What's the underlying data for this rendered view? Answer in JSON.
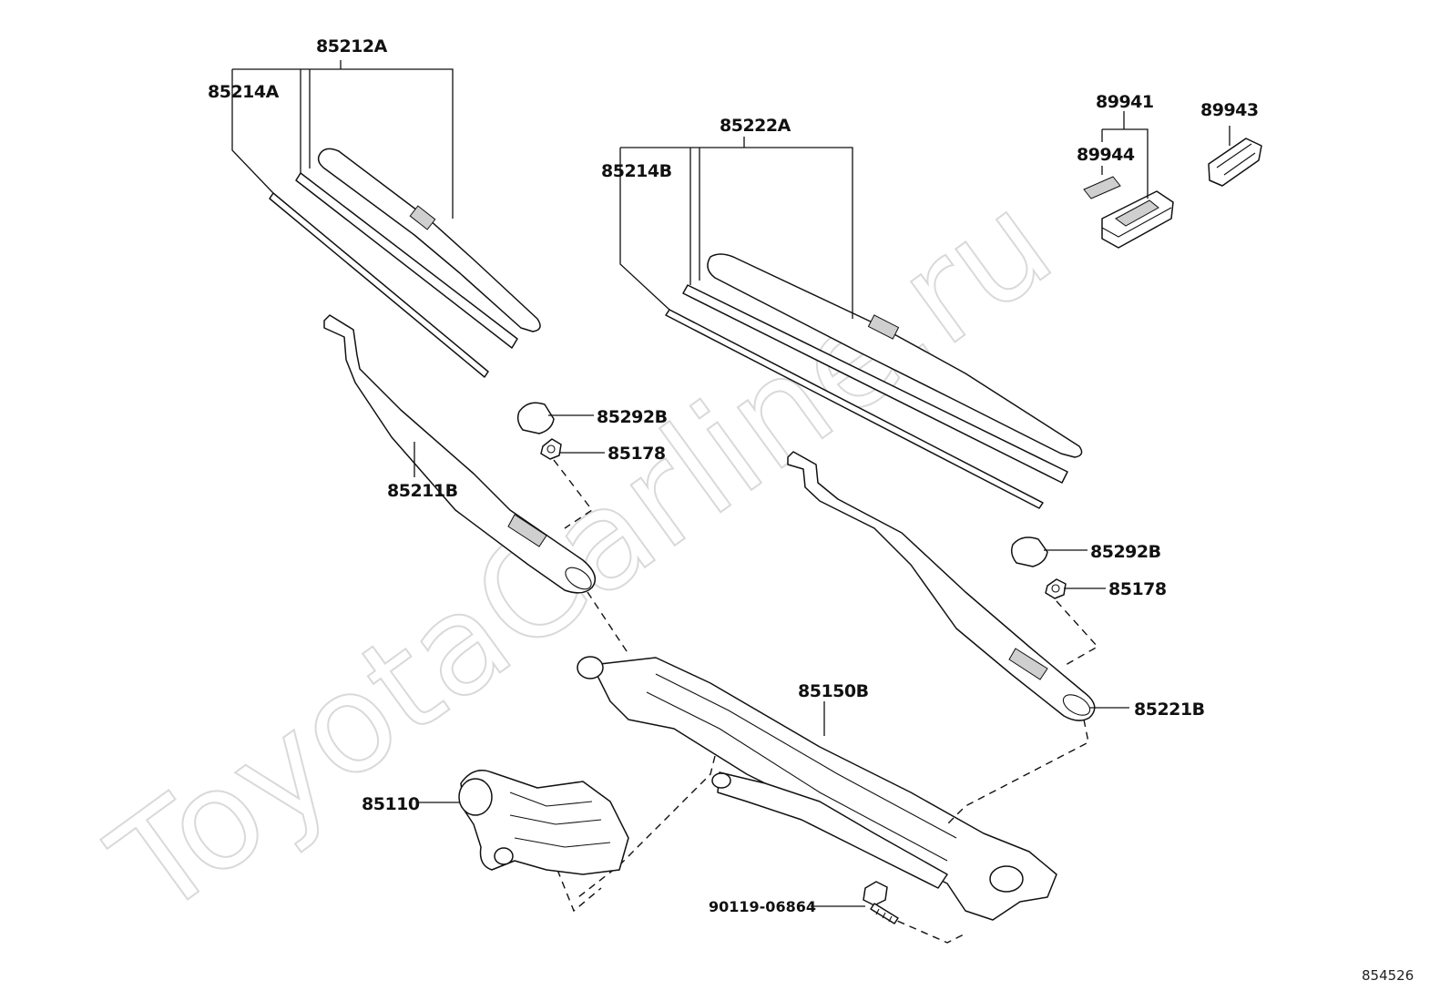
{
  "watermark": "ToyotaCarline.ru",
  "diagram_code": "854526",
  "parts": {
    "p85212A": "85212A",
    "p85214A": "85214A",
    "p85222A": "85222A",
    "p85214B": "85214B",
    "p89941": "89941",
    "p89944": "89944",
    "p89943": "89943",
    "p85292B_left": "85292B",
    "p85178_left": "85178",
    "p85211B": "85211B",
    "p85292B_right": "85292B",
    "p85178_right": "85178",
    "p85150B": "85150B",
    "p85221B": "85221B",
    "p85110": "85110",
    "p90119": "90119-06864"
  }
}
